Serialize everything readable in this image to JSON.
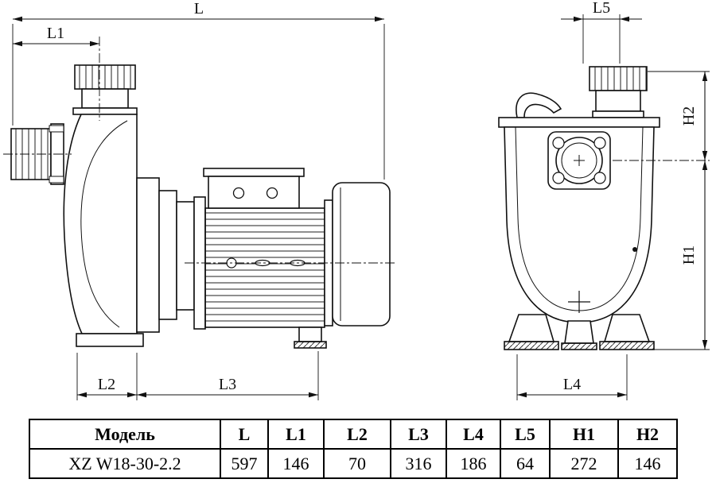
{
  "colors": {
    "line": "#111111",
    "background": "#ffffff"
  },
  "drawing": {
    "labels": {
      "L": "L",
      "L1": "L1",
      "L2": "L2",
      "L3": "L3",
      "L4": "L4",
      "L5": "L5",
      "H1": "H1",
      "H2": "H2"
    }
  },
  "table": {
    "headers": [
      "Модель",
      "L",
      "L1",
      "L2",
      "L3",
      "L4",
      "L5",
      "H1",
      "H2"
    ],
    "rows": [
      {
        "model": "XZ W18-30-2.2",
        "L": "597",
        "L1": "146",
        "L2": "70",
        "L3": "316",
        "L4": "186",
        "L5": "64",
        "H1": "272",
        "H2": "146"
      }
    ]
  }
}
